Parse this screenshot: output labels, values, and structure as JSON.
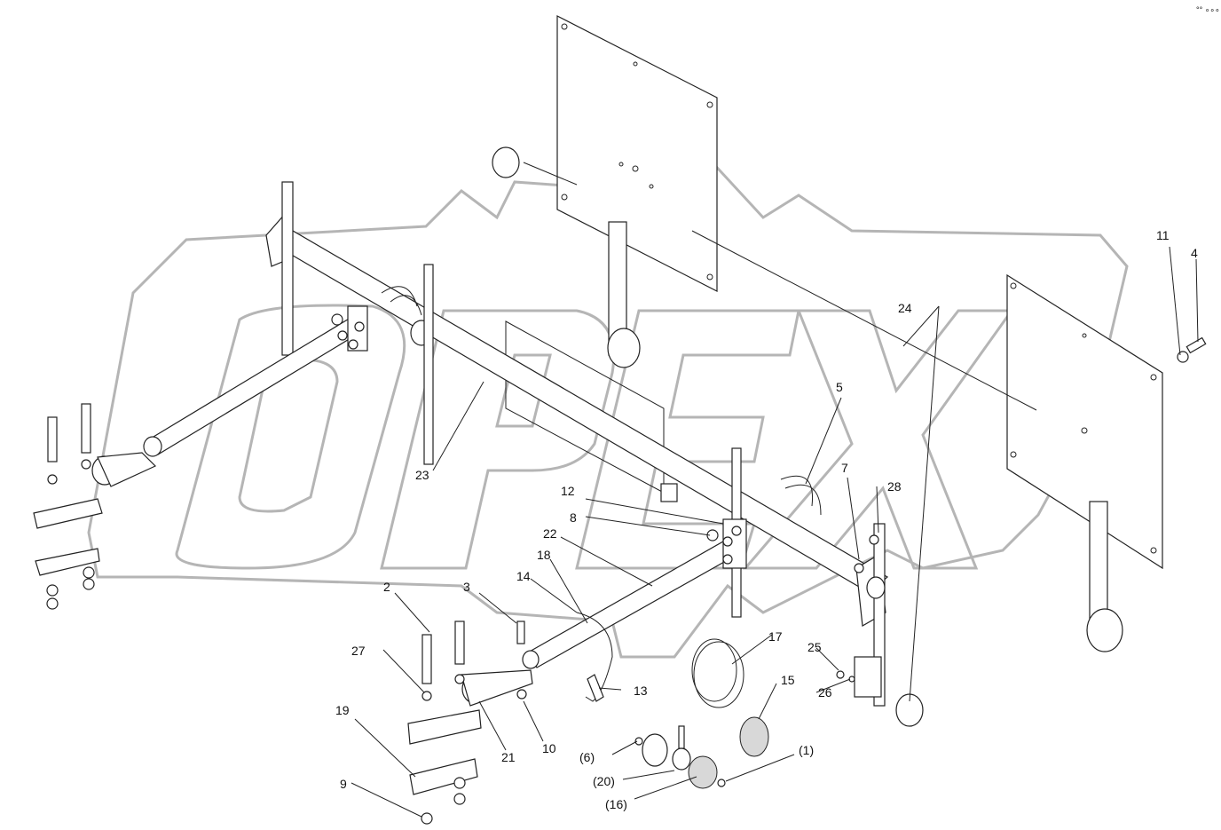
{
  "labels": [
    "1",
    "2",
    "3",
    "4",
    "5",
    "6",
    "7",
    "8",
    "9",
    "10",
    "11",
    "12",
    "13",
    "14",
    "15",
    "16",
    "17",
    "18",
    "19",
    "20",
    "21",
    "22",
    "23",
    "24",
    "25",
    "26",
    "27",
    "28"
  ],
  "callouts": {
    "p2": "2",
    "p3": "3",
    "p4": "4",
    "p5": "5",
    "p7": "7",
    "p8": "8",
    "p9": "9",
    "p10": "10",
    "p11": "11",
    "p12": "12",
    "p13": "13",
    "p14": "14",
    "p15": "15",
    "p17": "17",
    "p18": "18",
    "p19": "19",
    "p21": "21",
    "p22": "22",
    "p23": "23",
    "p24": "24",
    "p25": "25",
    "p26": "26",
    "p27": "27",
    "p28": "28",
    "p1": "(1)",
    "p6": "(6)",
    "p16": "(16)",
    "p20": "(20)"
  },
  "watermark": "OPEX",
  "corner_mark": "°° ∘∘∘"
}
